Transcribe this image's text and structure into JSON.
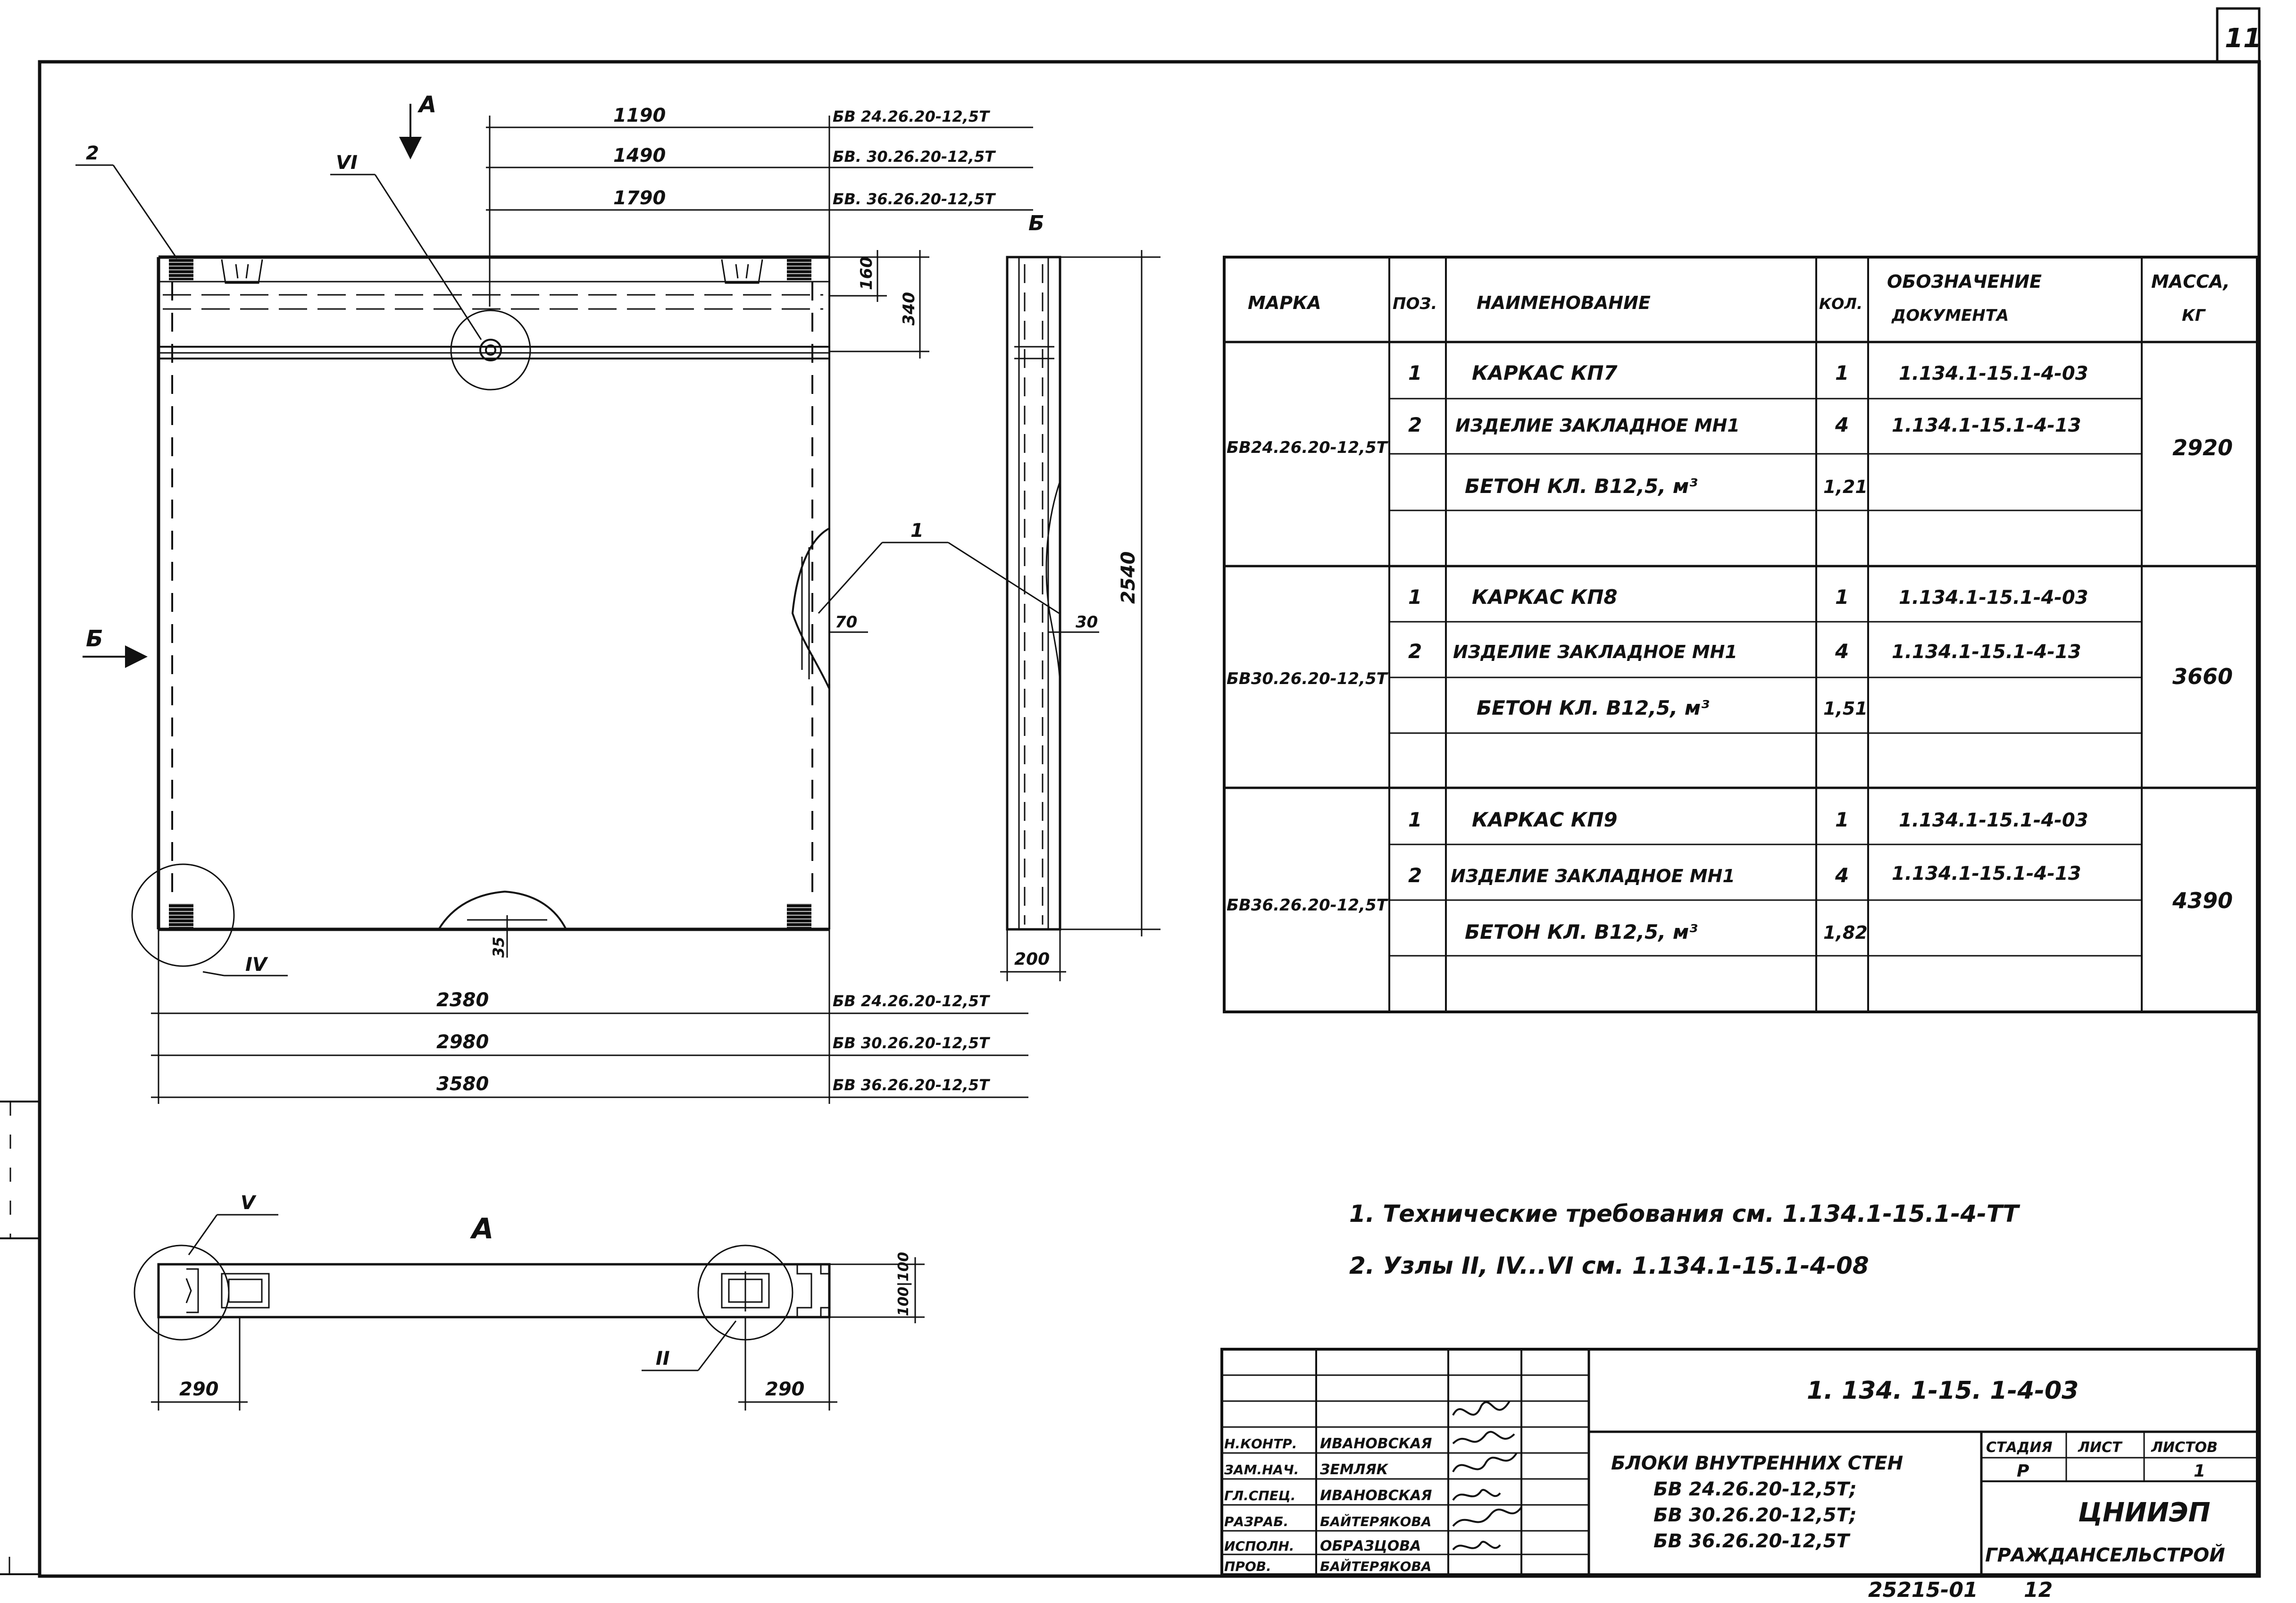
{
  "page_number": "11",
  "views": {
    "top_view": "А",
    "side_view": "Б",
    "plan_view": "А"
  },
  "node_labels": {
    "II": "II",
    "IV": "IV",
    "V": "V",
    "VI": "VI"
  },
  "callouts": {
    "c1": "1",
    "c2": "2"
  },
  "top_dims": [
    {
      "value": "1190",
      "mark": "БВ 24.26.20-12,5Т"
    },
    {
      "value": "1490",
      "mark": "БВ. 30.26.20-12,5Т"
    },
    {
      "value": "1790",
      "mark": "БВ. 36.26.20-12,5Т"
    }
  ],
  "bottom_dims": [
    {
      "value": "2380",
      "mark": "БВ 24.26.20-12,5Т"
    },
    {
      "value": "2980",
      "mark": "БВ 30.26.20-12,5Т"
    },
    {
      "value": "3580",
      "mark": "БВ 36.26.20-12,5Т"
    }
  ],
  "small_dims": {
    "d160": "160",
    "d340": "340",
    "d2540": "2540",
    "d70": "70",
    "d30": "30",
    "d200": "200",
    "d35": "35",
    "d290a": "290",
    "d290b": "290",
    "d100": "100|100"
  },
  "spec_table": {
    "headers": {
      "marka": "МАРКА",
      "pos": "ПОЗ.",
      "name": "НАИМЕНОВАНИЕ",
      "qty": "КОЛ.",
      "doc1": "ОБОЗНАЧЕНИЕ",
      "doc2": "ДОКУМЕНТА",
      "mass1": "МАССА,",
      "mass2": "КГ"
    },
    "groups": [
      {
        "marka": "БВ24.26.20-12,5Т",
        "mass": "2920",
        "rows": [
          {
            "pos": "1",
            "name": "КАРКАС  КП7",
            "qty": "1",
            "doc": "1.134.1-15.1-4-03"
          },
          {
            "pos": "2",
            "name": "ИЗДЕЛИЕ ЗАКЛАДНОЕ  МН1",
            "qty": "4",
            "doc": "1.134.1-15.1-4-13"
          },
          {
            "pos": "",
            "name": "БЕТОН  КЛ. В12,5,  м³",
            "qty": "1,21",
            "doc": ""
          }
        ]
      },
      {
        "marka": "БВ30.26.20-12,5Т",
        "mass": "3660",
        "rows": [
          {
            "pos": "1",
            "name": "КАРКАС   КП8",
            "qty": "1",
            "doc": "1.134.1-15.1-4-03"
          },
          {
            "pos": "2",
            "name": "ИЗДЕЛИЕ ЗАКЛАДНОЕ  МН1",
            "qty": "4",
            "doc": "1.134.1-15.1-4-13"
          },
          {
            "pos": "",
            "name": "БЕТОН  КЛ. В12,5,  м³",
            "qty": "1,51",
            "doc": ""
          }
        ]
      },
      {
        "marka": "БВ36.26.20-12,5Т",
        "mass": "4390",
        "rows": [
          {
            "pos": "1",
            "name": "КАРКАС   КП9",
            "qty": "1",
            "doc": "1.134.1-15.1-4-03"
          },
          {
            "pos": "2",
            "name": "ИЗДЕЛИЕ ЗАКЛАДНОЕ  МН1",
            "qty": "4",
            "doc": "1.134.1-15.1-4-13"
          },
          {
            "pos": "",
            "name": "БЕТОН  КЛ.  В12,5,  м³",
            "qty": "1,82",
            "doc": ""
          }
        ]
      }
    ]
  },
  "notes": [
    "1. Технические требования см. 1.134.1-15.1-4-ТТ",
    "2. Узлы II, IV...VI см. 1.134.1-15.1-4-08"
  ],
  "title_block": {
    "designation": "1. 134. 1-15. 1-4-03",
    "title_lines": [
      "БЛОКИ ВНУТРЕННИХ СТЕН",
      "БВ 24.26.20-12,5Т;",
      "БВ 30.26.20-12,5Т;",
      "БВ 36.26.20-12,5Т"
    ],
    "stage_label": "СТАДИЯ",
    "sheet_label": "ЛИСТ",
    "sheets_label": "ЛИСТОВ",
    "stage": "Р",
    "sheets": "1",
    "org_line1": "ЦНИИЭП",
    "org_line2": "ГРАЖДАНСЕЛЬСТРОЙ",
    "signatures": [
      {
        "role": "Н.КОНТР.",
        "name": "ИВАНОВСКАЯ"
      },
      {
        "role": "ЗАМ.НАЧ.",
        "name": "ЗЕМЛЯК"
      },
      {
        "role": "ГЛ.СПЕЦ.",
        "name": "ИВАНОВСКАЯ"
      },
      {
        "role": "РАЗРАБ.",
        "name": "БАЙТЕРЯКОВА"
      },
      {
        "role": "ИСПОЛН.",
        "name": "ОБРАЗЦОВА"
      },
      {
        "role": "ПРОВ.",
        "name": "БАЙТЕРЯКОВА"
      }
    ]
  },
  "footer_code": "25215-01",
  "footer_num": "12"
}
